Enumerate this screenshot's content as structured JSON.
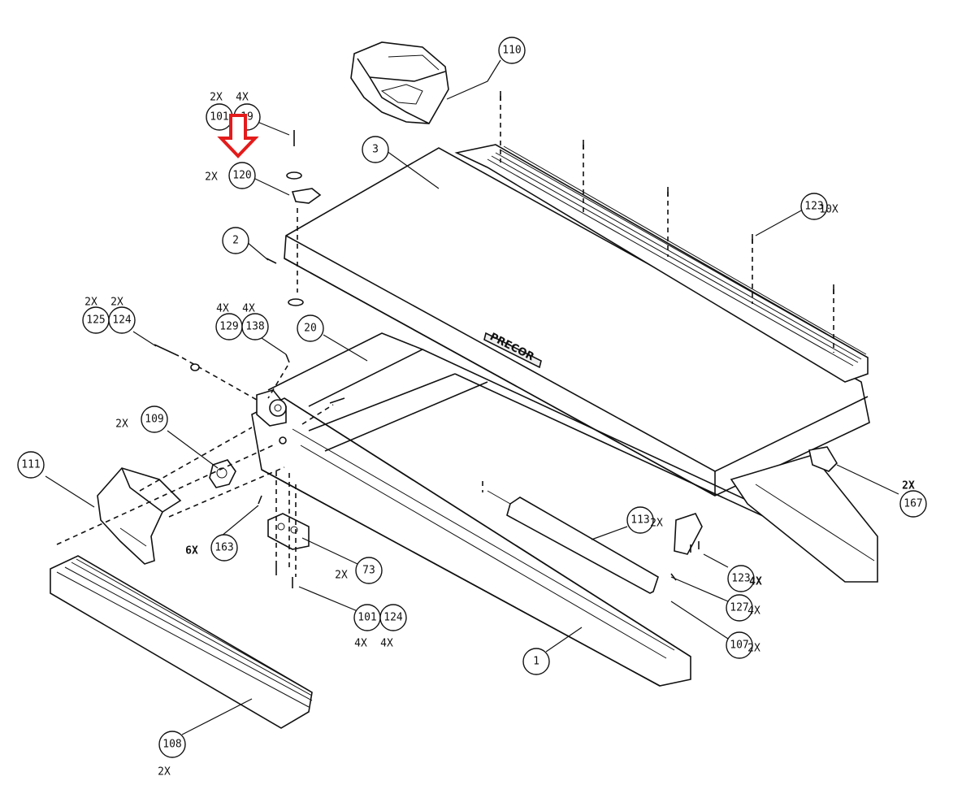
{
  "brand_label": "PRECOR",
  "callouts": [
    {
      "id": "c110",
      "label": "110",
      "qty": ""
    },
    {
      "id": "c3",
      "label": "3",
      "qty": ""
    },
    {
      "id": "c101a",
      "label": "101",
      "qty": "2X"
    },
    {
      "id": "c19",
      "label": "19",
      "qty": "4X"
    },
    {
      "id": "c120",
      "label": "120",
      "qty": "2X"
    },
    {
      "id": "c123a",
      "label": "123",
      "qty": "10X"
    },
    {
      "id": "c2",
      "label": "2",
      "qty": ""
    },
    {
      "id": "c125",
      "label": "125",
      "qty": "2X"
    },
    {
      "id": "c124a",
      "label": "124",
      "qty": "2X"
    },
    {
      "id": "c129",
      "label": "129",
      "qty": "4X"
    },
    {
      "id": "c138",
      "label": "138",
      "qty": "4X"
    },
    {
      "id": "c20",
      "label": "20",
      "qty": ""
    },
    {
      "id": "c109",
      "label": "109",
      "qty": "2X"
    },
    {
      "id": "c111",
      "label": "111",
      "qty": ""
    },
    {
      "id": "c163",
      "label": "163",
      "qty": "6X"
    },
    {
      "id": "c73",
      "label": "73",
      "qty": "2X"
    },
    {
      "id": "c101b",
      "label": "101",
      "qty": "4X"
    },
    {
      "id": "c124b",
      "label": "124",
      "qty": "4X"
    },
    {
      "id": "c113",
      "label": "113",
      "qty": "2X"
    },
    {
      "id": "c123b",
      "label": "123",
      "qty": "4X"
    },
    {
      "id": "c127",
      "label": "127",
      "qty": "4X"
    },
    {
      "id": "c107",
      "label": "107",
      "qty": "2X"
    },
    {
      "id": "c167",
      "label": "167",
      "qty": "2X"
    },
    {
      "id": "c1",
      "label": "1",
      "qty": ""
    },
    {
      "id": "c108",
      "label": "108",
      "qty": "2X"
    }
  ]
}
